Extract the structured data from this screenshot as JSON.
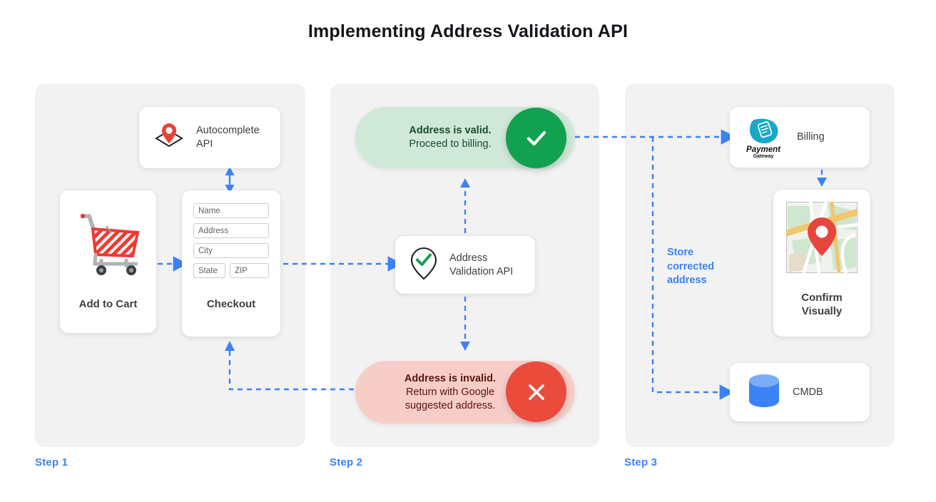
{
  "page": {
    "title": "Implementing Address Validation API",
    "accent_blue": "#3b82f6",
    "panel_bg": "#f2f2f2",
    "valid_green": "#12a150",
    "invalid_red": "#ea4b3b"
  },
  "steps": [
    {
      "label": "Step 1"
    },
    {
      "label": "Step 2"
    },
    {
      "label": "Step 3"
    }
  ],
  "step1": {
    "autocomplete": {
      "title_line1": "Autocomplete",
      "title_line2": "API",
      "icon": "map-pin-diamond-icon"
    },
    "add_to_cart": {
      "caption": "Add to Cart",
      "icon": "shopping-cart-icon"
    },
    "checkout": {
      "caption": "Checkout",
      "fields": [
        {
          "name": "name-field",
          "label": "Name"
        },
        {
          "name": "address-field",
          "label": "Address"
        },
        {
          "name": "city-field",
          "label": "City"
        },
        {
          "name": "state-field",
          "label": "State"
        },
        {
          "name": "zip-field",
          "label": "ZIP"
        }
      ]
    }
  },
  "step2": {
    "valid": {
      "line1": "Address is valid.",
      "line2": "Proceed to billing.",
      "icon": "check-circle-icon"
    },
    "invalid": {
      "line1": "Address is invalid.",
      "line2": "Return with Google",
      "line3": "suggested address.",
      "icon": "x-circle-icon"
    },
    "validation_api": {
      "title_line1": "Address",
      "title_line2": "Validation API",
      "icon": "pin-check-icon"
    }
  },
  "step3": {
    "billing": {
      "label": "Billing",
      "logo_line1": "Payment",
      "logo_line2": "Gateway",
      "icon": "payment-gateway-logo"
    },
    "confirm": {
      "caption_line1": "Confirm",
      "caption_line2": "Visually",
      "icon": "map-thumbnail-icon"
    },
    "cmdb": {
      "label": "CMDB",
      "icon": "database-cylinder-icon"
    },
    "store_note": {
      "line1": "Store",
      "line2": "corrected",
      "line3": "address"
    }
  }
}
